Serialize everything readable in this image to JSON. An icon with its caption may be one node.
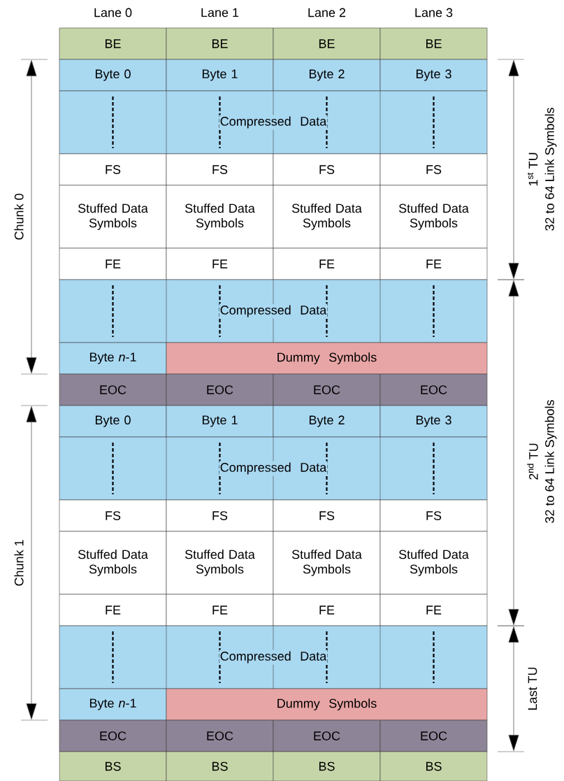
{
  "diagram": {
    "nodes": [
      {
        "text": [
          "BE"
        ]
      },
      {
        "text": [
          "BE"
        ]
      },
      {
        "text": [
          "BE"
        ]
      },
      {
        "text": [
          "BE"
        ]
      },
      {
        "text": [
          "Byte 0"
        ]
      },
      {
        "text": [
          "Byte 1"
        ]
      },
      {
        "text": [
          "Byte 2"
        ]
      },
      {
        "text": [
          "Byte 3"
        ]
      },
      {
        "text": [
          "Compressed Data"
        ]
      },
      {
        "text": [
          "FS"
        ]
      },
      {
        "text": [
          "FS"
        ]
      },
      {
        "text": [
          "FS"
        ]
      },
      {
        "text": [
          "FS"
        ]
      },
      {
        "text": [
          "Stuffed Data Symbols"
        ]
      },
      {
        "text": [
          "Stuffed Data Symbols"
        ]
      },
      {
        "text": [
          "Stuffed Data Symbols"
        ]
      },
      {
        "text": [
          "Stuffed Data Symbols"
        ]
      },
      {
        "text": [
          "FE"
        ]
      },
      {
        "text": [
          "FE"
        ]
      },
      {
        "text": [
          "FE"
        ]
      },
      {
        "text": [
          "FE"
        ]
      },
      {
        "text": [
          "Compressed Data"
        ]
      },
      {
        "text": [
          "Byte *n*-1"
        ]
      },
      {
        "text": [
          "Dummy Symbols"
        ]
      },
      {
        "text": [
          "EOC"
        ]
      },
      {
        "text": [
          "EOC"
        ]
      },
      {
        "text": [
          "EOC"
        ]
      },
      {
        "text": [
          "EOC"
        ]
      },
      {
        "text": [
          "Byte 0"
        ]
      },
      {
        "text": [
          "Byte 1"
        ]
      },
      {
        "text": [
          "Byte 2"
        ]
      },
      {
        "text": [
          "Byte 3"
        ]
      },
      {
        "text": [
          "Compressed Data"
        ]
      },
      {
        "text": [
          "FS"
        ]
      },
      {
        "text": [
          "FS"
        ]
      },
      {
        "text": [
          "FS"
        ]
      },
      {
        "text": [
          "FS"
        ]
      },
      {
        "text": [
          "Stuffed Data Symbols"
        ]
      },
      {
        "text": [
          "Stuffed Data Symbols"
        ]
      },
      {
        "text": [
          "Stuffed Data Symbols"
        ]
      },
      {
        "text": [
          "Stuffed Data Symbols"
        ]
      },
      {
        "text": [
          "FE"
        ]
      },
      {
        "text": [
          "FE"
        ]
      },
      {
        "text": [
          "FE"
        ]
      },
      {
        "text": [
          "FE"
        ]
      },
      {
        "text": [
          "Compressed Data"
        ]
      },
      {
        "text": [
          "Byte *n*-1"
        ]
      },
      {
        "text": [
          "Dummy Symbols"
        ]
      },
      {
        "text": [
          "EOC"
        ]
      },
      {
        "text": [
          "EOC"
        ]
      },
      {
        "text": [
          "EOC"
        ]
      },
      {
        "text": [
          "EOC"
        ]
      },
      {
        "text": [
          "BS"
        ]
      },
      {
        "text": [
          "BS"
        ]
      },
      {
        "text": [
          "BS"
        ]
      },
      {
        "text": [
          "BS"
        ]
      }
    ],
    "labels": [
      "Lane 0",
      "Lane 1",
      "Lane 2",
      "Lane 3",
      "Chunk 0",
      "Chunk 1",
      "1$^{st}$ TU",
      "32 to 64 Link Symbols",
      "2$^{nd}$ TU",
      "32 to 64 Link Symbols",
      "Last TU"
    ]
  }
}
